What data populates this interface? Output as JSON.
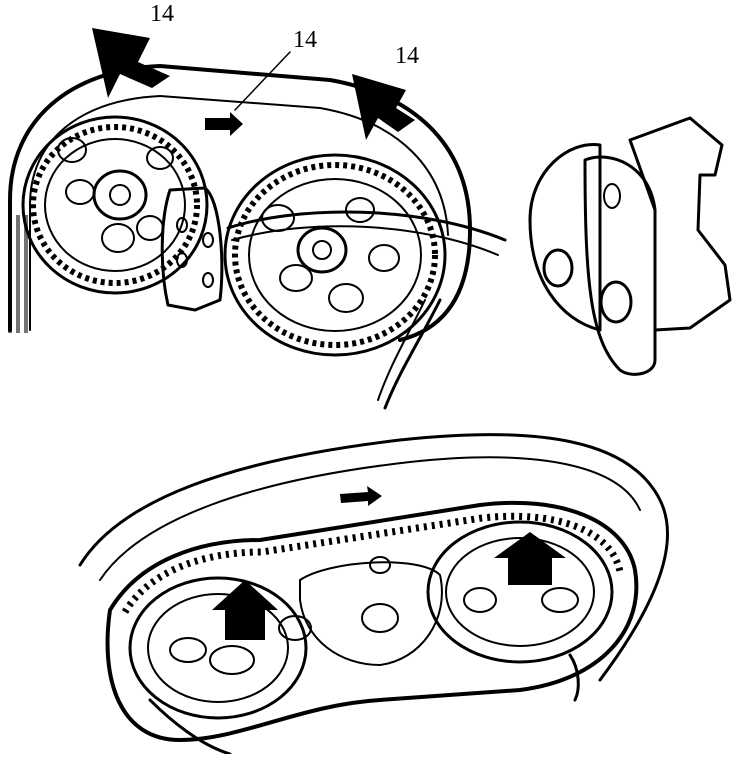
{
  "callouts": [
    {
      "id": "callout-left",
      "text": "14"
    },
    {
      "id": "callout-middle",
      "text": "14"
    },
    {
      "id": "callout-right",
      "text": "14"
    }
  ],
  "colors": {
    "ink": "#000000",
    "paper": "#ffffff"
  }
}
